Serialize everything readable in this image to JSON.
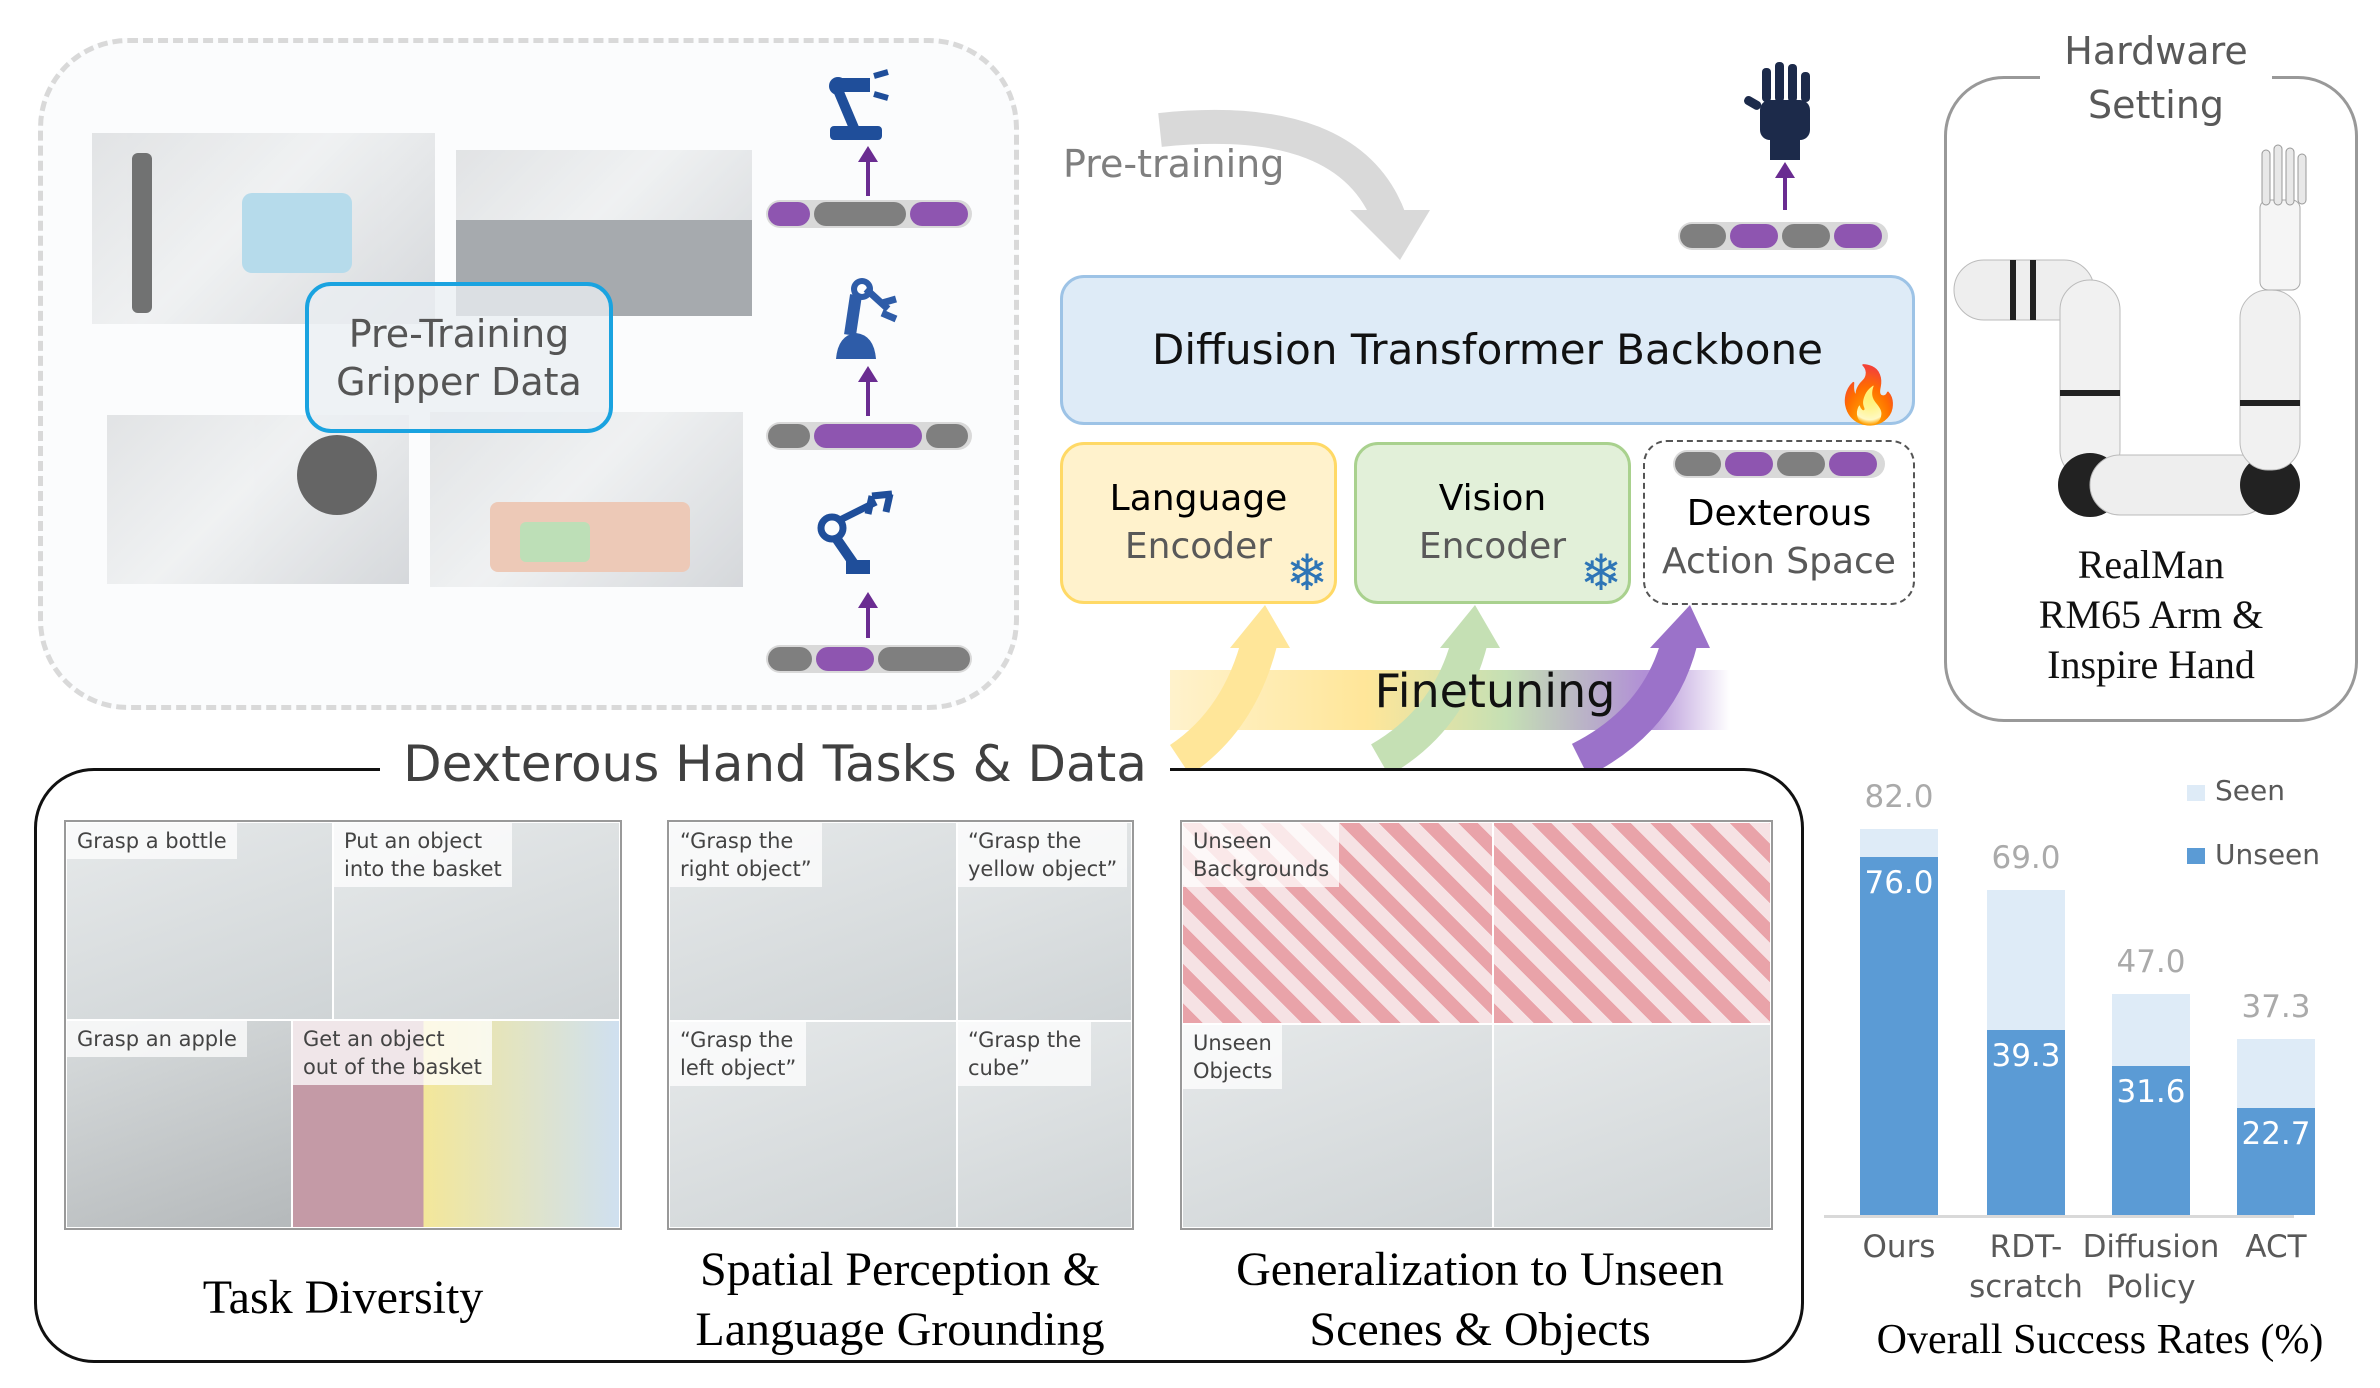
{
  "pretraining_panel": {
    "label_line1": "Pre-Training",
    "label_line2": "Gripper Data"
  },
  "flow": {
    "pretraining_label": "Pre-training",
    "finetuning_label": "Finetuning"
  },
  "model": {
    "backbone": "Diffusion Transformer Backbone",
    "language_encoder": [
      "Language",
      "Encoder"
    ],
    "vision_encoder": [
      "Vision",
      "Encoder"
    ],
    "action_space": [
      "Dexterous",
      "Action Space"
    ]
  },
  "hardware": {
    "title_line1": "Hardware",
    "title_line2": "Setting",
    "lines": [
      "RealMan",
      "RM65 Arm  &",
      "Inspire Hand"
    ]
  },
  "tasks": {
    "title": "Dexterous Hand Tasks & Data",
    "groups": [
      {
        "caption": [
          "Task Diversity"
        ],
        "tags": [
          "Grasp a bottle",
          "Put an object\ninto the basket",
          "Grasp an apple",
          "Get an object\nout of the basket"
        ]
      },
      {
        "caption": [
          "Spatial Perception &",
          "Language Grounding"
        ],
        "tags": [
          "“Grasp the\nright object”",
          "“Grasp the\nyellow object”",
          "“Grasp the\nleft object”",
          "“Grasp the\ncube”"
        ]
      },
      {
        "caption": [
          "Generalization to Unseen",
          "Scenes & Objects"
        ],
        "tags": [
          "Unseen\nBackgrounds",
          "Unseen\nObjects"
        ]
      }
    ]
  },
  "chart_data": {
    "type": "bar",
    "stacked": true,
    "title": "Overall Success Rates (%)",
    "categories": [
      "Ours",
      "RDT-\nscratch",
      "Diffusion\nPolicy",
      "ACT"
    ],
    "series": [
      {
        "name": "Seen",
        "color": "#deebf7",
        "values": [
          82.0,
          69.0,
          47.0,
          37.3
        ]
      },
      {
        "name": "Unseen",
        "color": "#5b9bd5",
        "values": [
          76.0,
          39.3,
          31.6,
          22.7
        ]
      }
    ],
    "labels_seen": [
      "82.0",
      "69.0",
      "47.0",
      "37.3"
    ],
    "labels_unseen": [
      "76.0",
      "39.3",
      "31.6",
      "22.7"
    ],
    "ylim": [
      0,
      82
    ],
    "legend": "top-right",
    "grid": false
  }
}
